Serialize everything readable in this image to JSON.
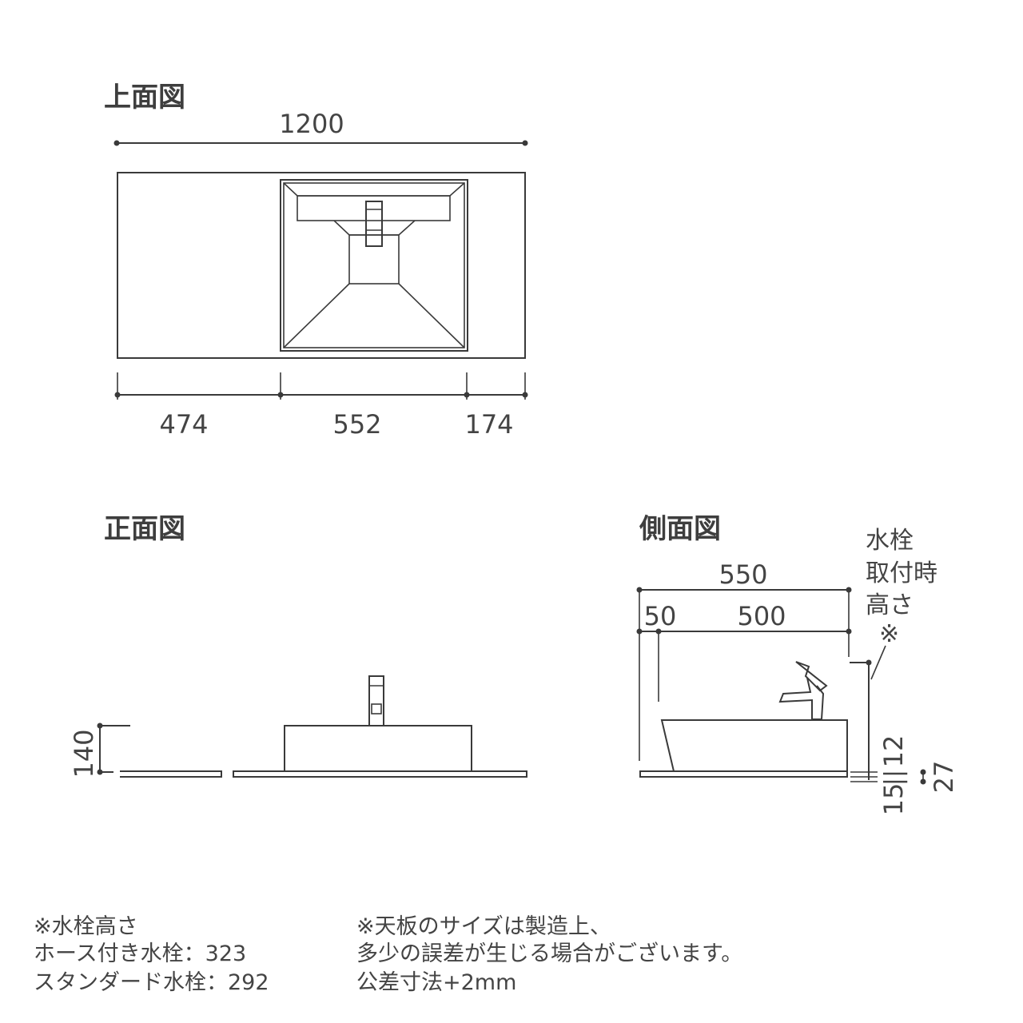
{
  "views": {
    "top": {
      "title": "上面図",
      "overall_width": "1200",
      "segments": [
        "474",
        "552",
        "174"
      ]
    },
    "front": {
      "title": "正面図",
      "height": "140"
    },
    "side": {
      "title": "側面図",
      "depth_total": "550",
      "depth_offset": "50",
      "depth_bowl": "500",
      "faucet_label": [
        "水栓",
        "取付時",
        "高さ",
        "※"
      ],
      "thickness": {
        "top": "12",
        "base": "15",
        "equals": "||",
        "total": "27"
      }
    }
  },
  "notes": {
    "faucet": [
      "※水栓高さ",
      "ホース付き水栓：323",
      "スタンダード水栓：292"
    ],
    "tolerance": [
      "※天板のサイズは製造上、",
      "多少の誤差が生じる場合がございます。",
      "公差寸法+2mm"
    ]
  },
  "colors": {
    "line": "#3a3a3a",
    "text": "#444444"
  }
}
